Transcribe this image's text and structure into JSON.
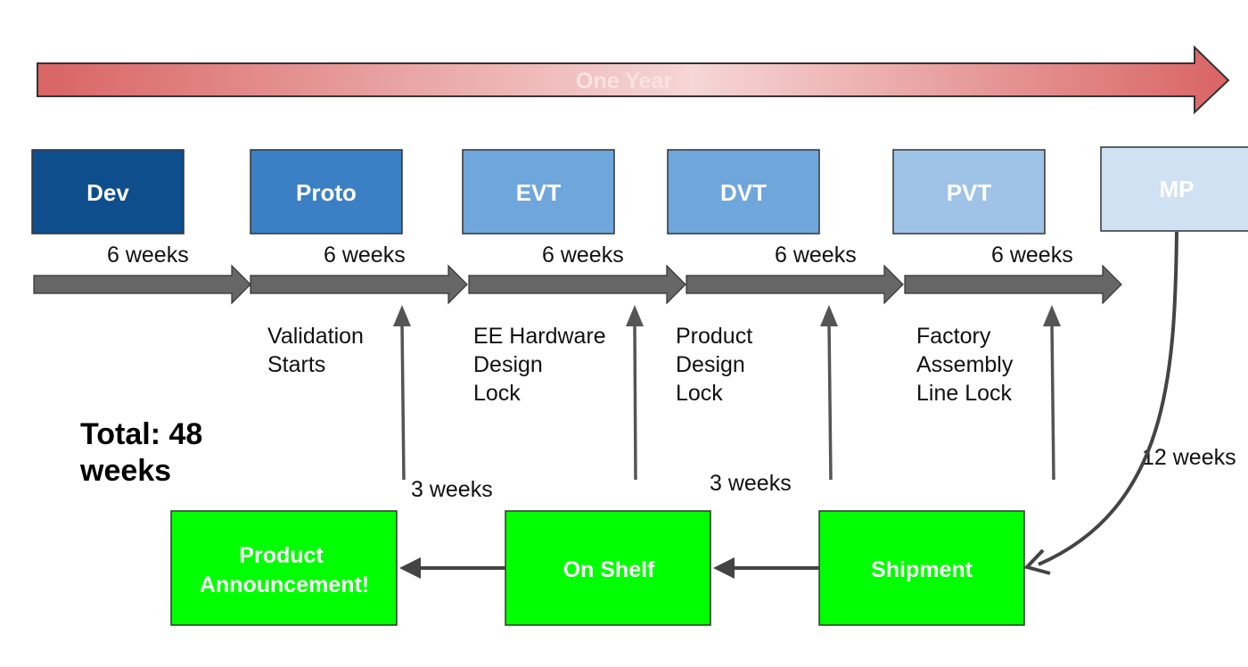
{
  "timeline": {
    "label": "One Year"
  },
  "stages": [
    {
      "name": "Dev",
      "color": "#0f4e8d"
    },
    {
      "name": "Proto",
      "color": "#3b7fc4"
    },
    {
      "name": "EVT",
      "color": "#6fa6dc"
    },
    {
      "name": "DVT",
      "color": "#6fa6dc"
    },
    {
      "name": "PVT",
      "color": "#9fc3e7"
    },
    {
      "name": "MP",
      "color": "#cfe1f3"
    }
  ],
  "durations": [
    "6 weeks",
    "6 weeks",
    "6 weeks",
    "6 weeks",
    "6 weeks"
  ],
  "milestones": [
    [
      "Validation",
      "Starts"
    ],
    [
      "EE Hardware",
      "Design",
      "Lock"
    ],
    [
      "Product",
      "Design",
      "Lock"
    ],
    [
      "Factory",
      "Assembly",
      "Line Lock"
    ]
  ],
  "total": [
    "Total: 48",
    "weeks"
  ],
  "lead_times": {
    "mp_to_shipment": "12 weeks",
    "left": "3 weeks",
    "right": "3 weeks"
  },
  "release_boxes": [
    {
      "lines": [
        "Product",
        "Announcement!"
      ]
    },
    {
      "lines": [
        "On Shelf"
      ]
    },
    {
      "lines": [
        "Shipment"
      ]
    }
  ],
  "colors": {
    "release_green": "#00ff00",
    "arrow_gray": "#666666",
    "timeline_red": "#d96464"
  }
}
